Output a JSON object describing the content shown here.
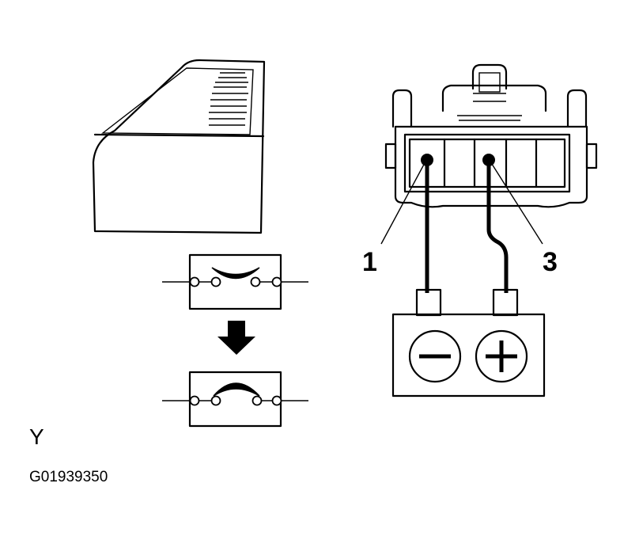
{
  "terminals": {
    "negative_terminal_number": "1",
    "positive_terminal_number": "3"
  },
  "view_letter": "Y",
  "figure_code": "G01939350",
  "icons": {
    "door": "door-outline-icon",
    "switch_off": "switch-open-state-icon",
    "switch_on": "switch-closed-state-icon",
    "arrow": "down-arrow-icon",
    "connector": "connector-icon",
    "battery": "battery-icon"
  }
}
